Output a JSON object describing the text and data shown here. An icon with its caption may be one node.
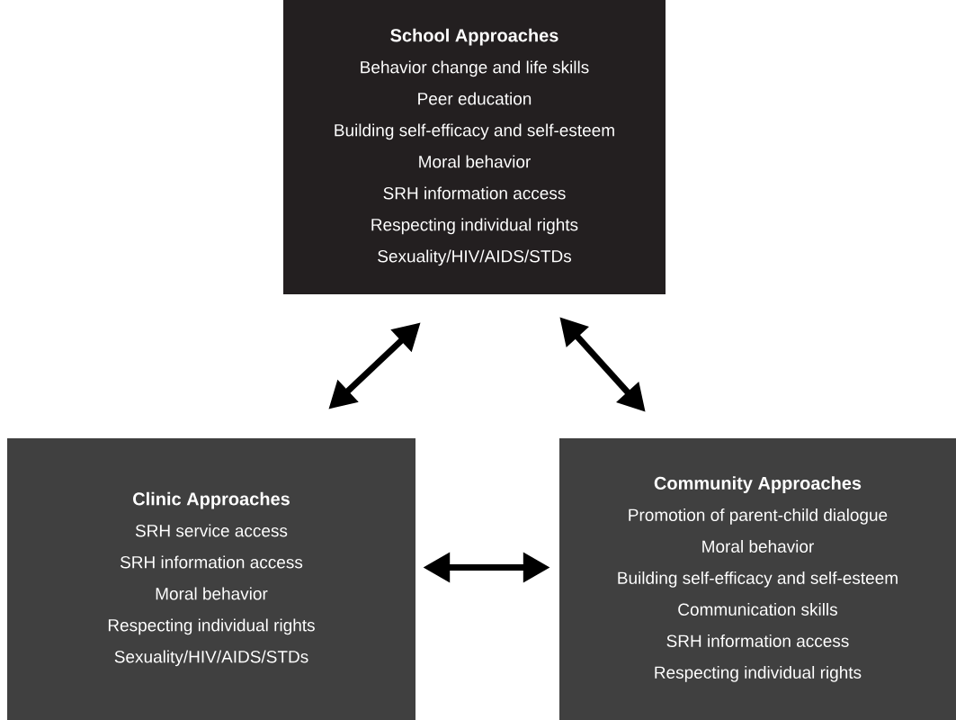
{
  "diagram": {
    "nodes": [
      {
        "text": [
          "School Approaches",
          "Behavior change and life skills",
          "Peer education",
          "Building self-efficacy and self-esteem",
          "Moral behavior",
          "SRH information access",
          "Respecting individual rights",
          "Sexuality/HIV/AIDS/STDs"
        ]
      },
      {
        "text": [
          "Clinic Approaches",
          "SRH service access",
          "SRH information access",
          "Moral behavior",
          "Respecting individual rights",
          "Sexuality/HIV/AIDS/STDs"
        ]
      },
      {
        "text": [
          "Community Approaches",
          "Promotion of parent-child dialogue",
          "Moral behavior",
          "Building self-efficacy and self-esteem",
          "Communication skills",
          "SRH information access",
          "Respecting individual rights"
        ]
      }
    ],
    "edges": [
      {
        "from": 0,
        "to": 1,
        "arrow": "both"
      },
      {
        "from": 0,
        "to": 2,
        "arrow": "both"
      },
      {
        "from": 1,
        "to": 2,
        "arrow": "both"
      }
    ]
  }
}
